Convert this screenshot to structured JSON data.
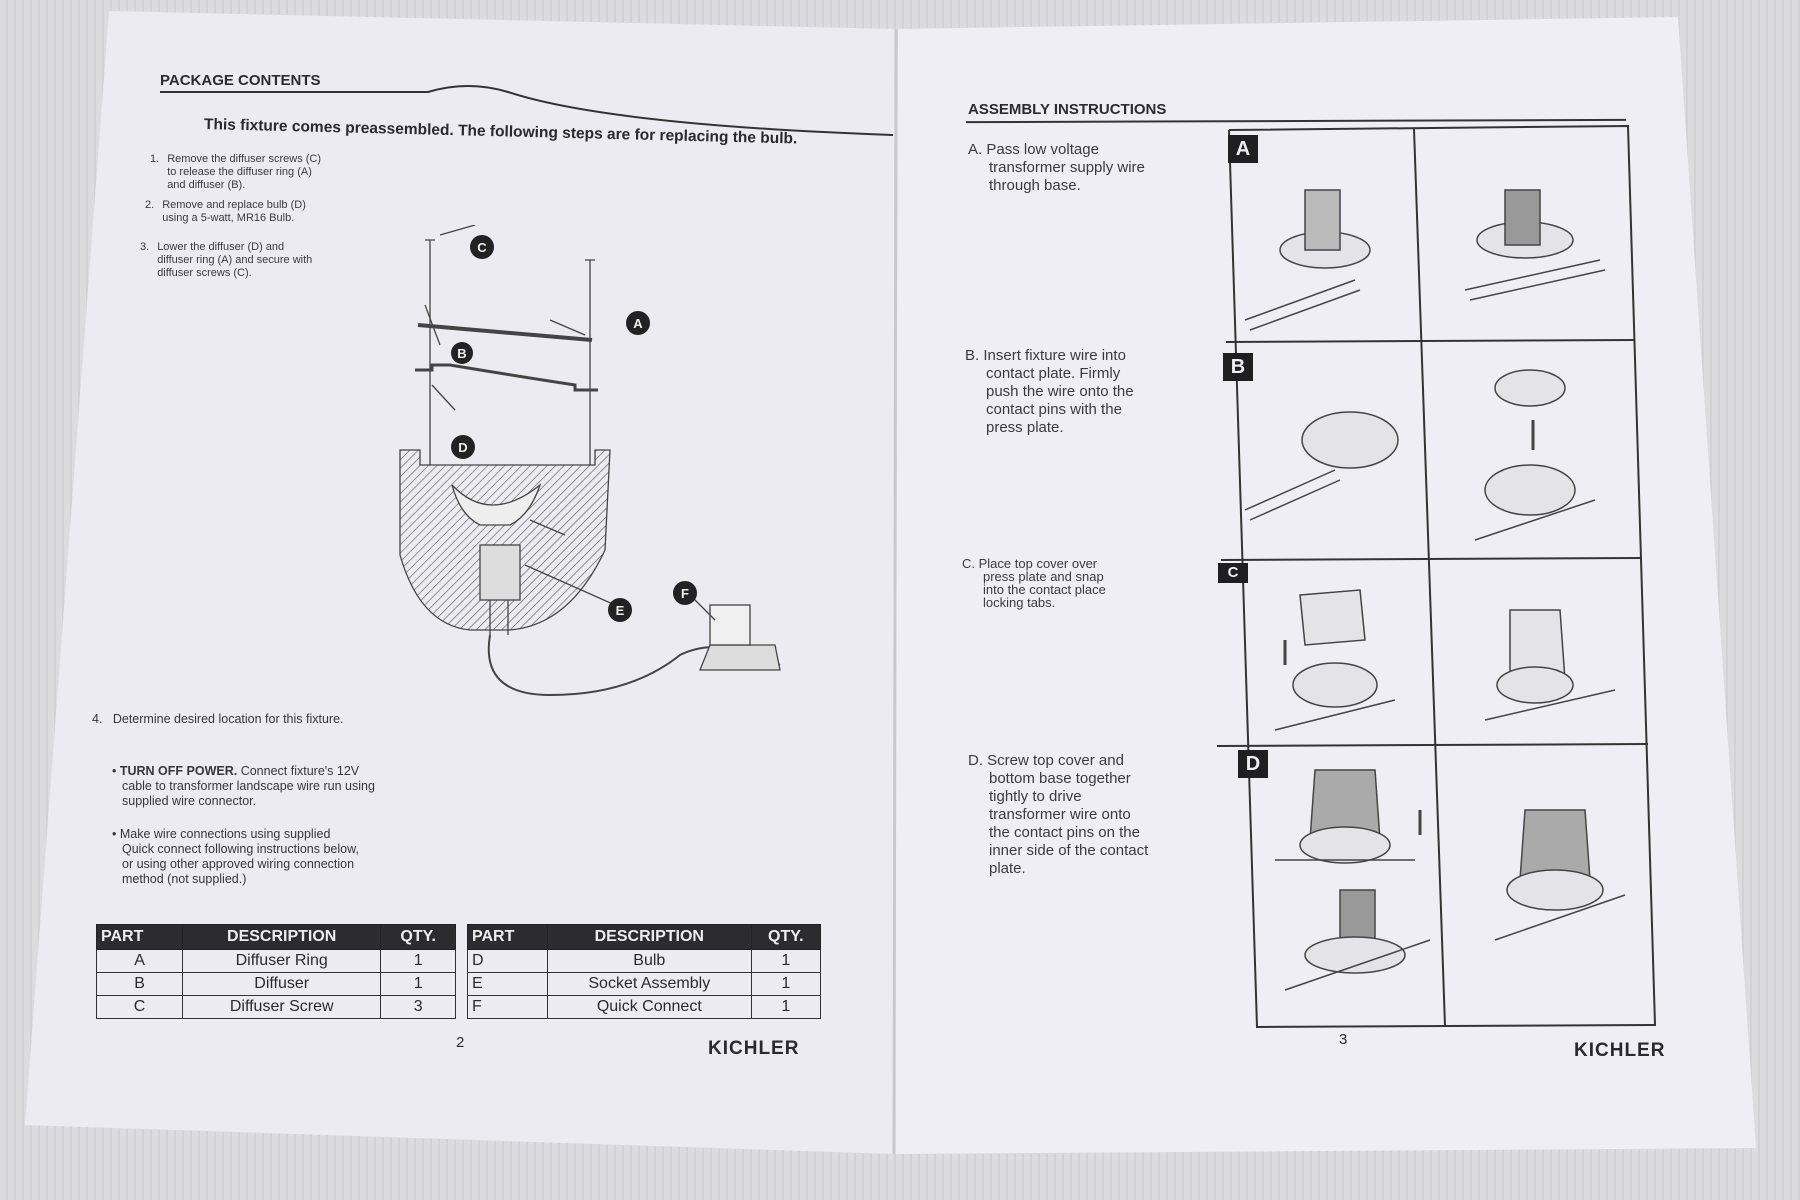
{
  "left_page": {
    "section_title": "PACKAGE CONTENTS",
    "intro": "This fixture comes preassembled. The following steps are for replacing the bulb.",
    "steps": [
      {
        "num": "1.",
        "lines": [
          "Remove the diffuser screws (C)",
          "to release the diffuser ring (A)",
          "and diffuser (B)."
        ]
      },
      {
        "num": "2.",
        "lines": [
          "Remove and replace bulb (D)",
          "using a 5-watt, MR16 Bulb."
        ]
      },
      {
        "num": "3.",
        "lines": [
          "Lower the diffuser (D) and",
          "diffuser ring (A) and secure with",
          "diffuser screws (C)."
        ]
      }
    ],
    "step4": {
      "num": "4.",
      "text": "Determine desired location for this fixture."
    },
    "bullet1": {
      "bold": "TURN OFF POWER.",
      "lines": [
        "Connect fixture's 12V",
        "cable to transformer landscape wire run using",
        "supplied wire connector."
      ]
    },
    "bullet2": {
      "lines": [
        "Make wire connections using supplied",
        "Quick connect following instructions below,",
        "or using other approved wiring connection",
        "method (not supplied.)"
      ]
    },
    "diagram_labels": [
      "A",
      "B",
      "C",
      "D",
      "E",
      "F"
    ],
    "table_headers": {
      "part": "PART",
      "description": "DESCRIPTION",
      "qty": "QTY."
    },
    "table1": [
      {
        "part": "A",
        "description": "Diffuser Ring",
        "qty": "1"
      },
      {
        "part": "B",
        "description": "Diffuser",
        "qty": "1"
      },
      {
        "part": "C",
        "description": "Diffuser Screw",
        "qty": "3"
      }
    ],
    "table2": [
      {
        "part": "D",
        "description": "Bulb",
        "qty": "1"
      },
      {
        "part": "E",
        "description": "Socket Assembly",
        "qty": "1"
      },
      {
        "part": "F",
        "description": "Quick Connect",
        "qty": "1"
      }
    ],
    "page_number": "2",
    "brand": "KICHLER"
  },
  "right_page": {
    "section_title": "ASSEMBLY INSTRUCTIONS",
    "steps": [
      {
        "letter": "A",
        "label": "A.",
        "lines": [
          "Pass low voltage",
          "transformer supply wire",
          "through base."
        ]
      },
      {
        "letter": "B",
        "label": "B.",
        "lines": [
          "Insert fixture wire into",
          "contact plate.  Firmly",
          "push the wire onto the",
          "contact pins with the",
          "press plate."
        ]
      },
      {
        "letter": "C",
        "label": "C.",
        "lines": [
          "Place top cover over",
          "press plate and snap",
          "into the contact place",
          "locking tabs."
        ]
      },
      {
        "letter": "D",
        "label": "D.",
        "lines": [
          "Screw top cover and",
          "bottom base together",
          "tightly to drive",
          "transformer wire onto",
          "the contact pins on the",
          "inner side of the contact",
          "plate."
        ]
      }
    ],
    "page_number": "3",
    "brand": "KICHLER"
  }
}
